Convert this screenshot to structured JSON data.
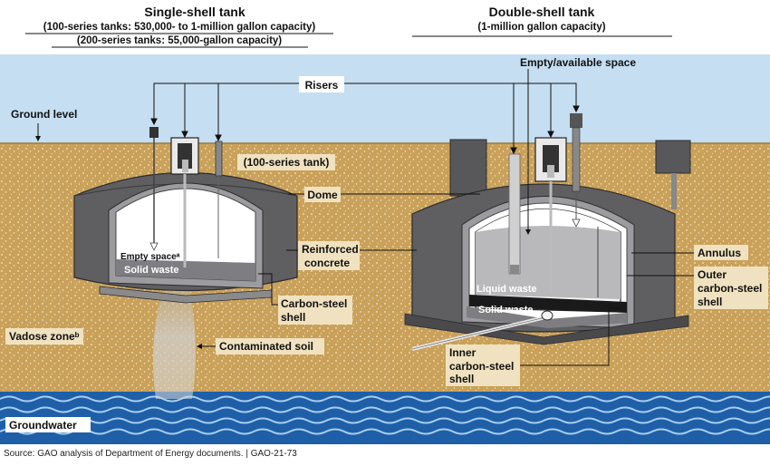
{
  "single_shell": {
    "title": "Single-shell tank",
    "line1": "(100-series tanks: 530,000- to 1-million gallon capacity)",
    "line2": "(200-series tanks: 55,000-gallon capacity)",
    "series_tag": "(100-series tank)",
    "empty_space": "Empty spaceᵃ",
    "solid_waste": "Solid waste"
  },
  "double_shell": {
    "title": "Double-shell tank",
    "line1": "(1-million gallon capacity)",
    "empty_available": "Empty/available space",
    "liquid_waste": "Liquid waste",
    "solid_waste": "Solid waste"
  },
  "labels": {
    "risers": "Risers",
    "ground_level": "Ground level",
    "dome": "Dome",
    "reinforced_1": "Reinforced",
    "reinforced_2": "concrete",
    "carbon_1": "Carbon-steel",
    "carbon_2": "shell",
    "annulus": "Annulus",
    "outer_1": "Outer",
    "outer_2": "carbon-steel",
    "outer_3": "shell",
    "inner_1": "Inner",
    "inner_2": "carbon-steel",
    "inner_3": "shell",
    "vadose": "Vadose zoneᵇ",
    "contaminated": "Contaminated soil",
    "groundwater": "Groundwater"
  },
  "source": "Source: GAO analysis of Department of Energy documents.  |  GAO-21-73",
  "colors": {
    "sky": "#c5def2",
    "soil": "#c9a15a",
    "concrete": "#5f5f62",
    "water": "#1e5fa8",
    "tag": "#f0e2c0"
  }
}
